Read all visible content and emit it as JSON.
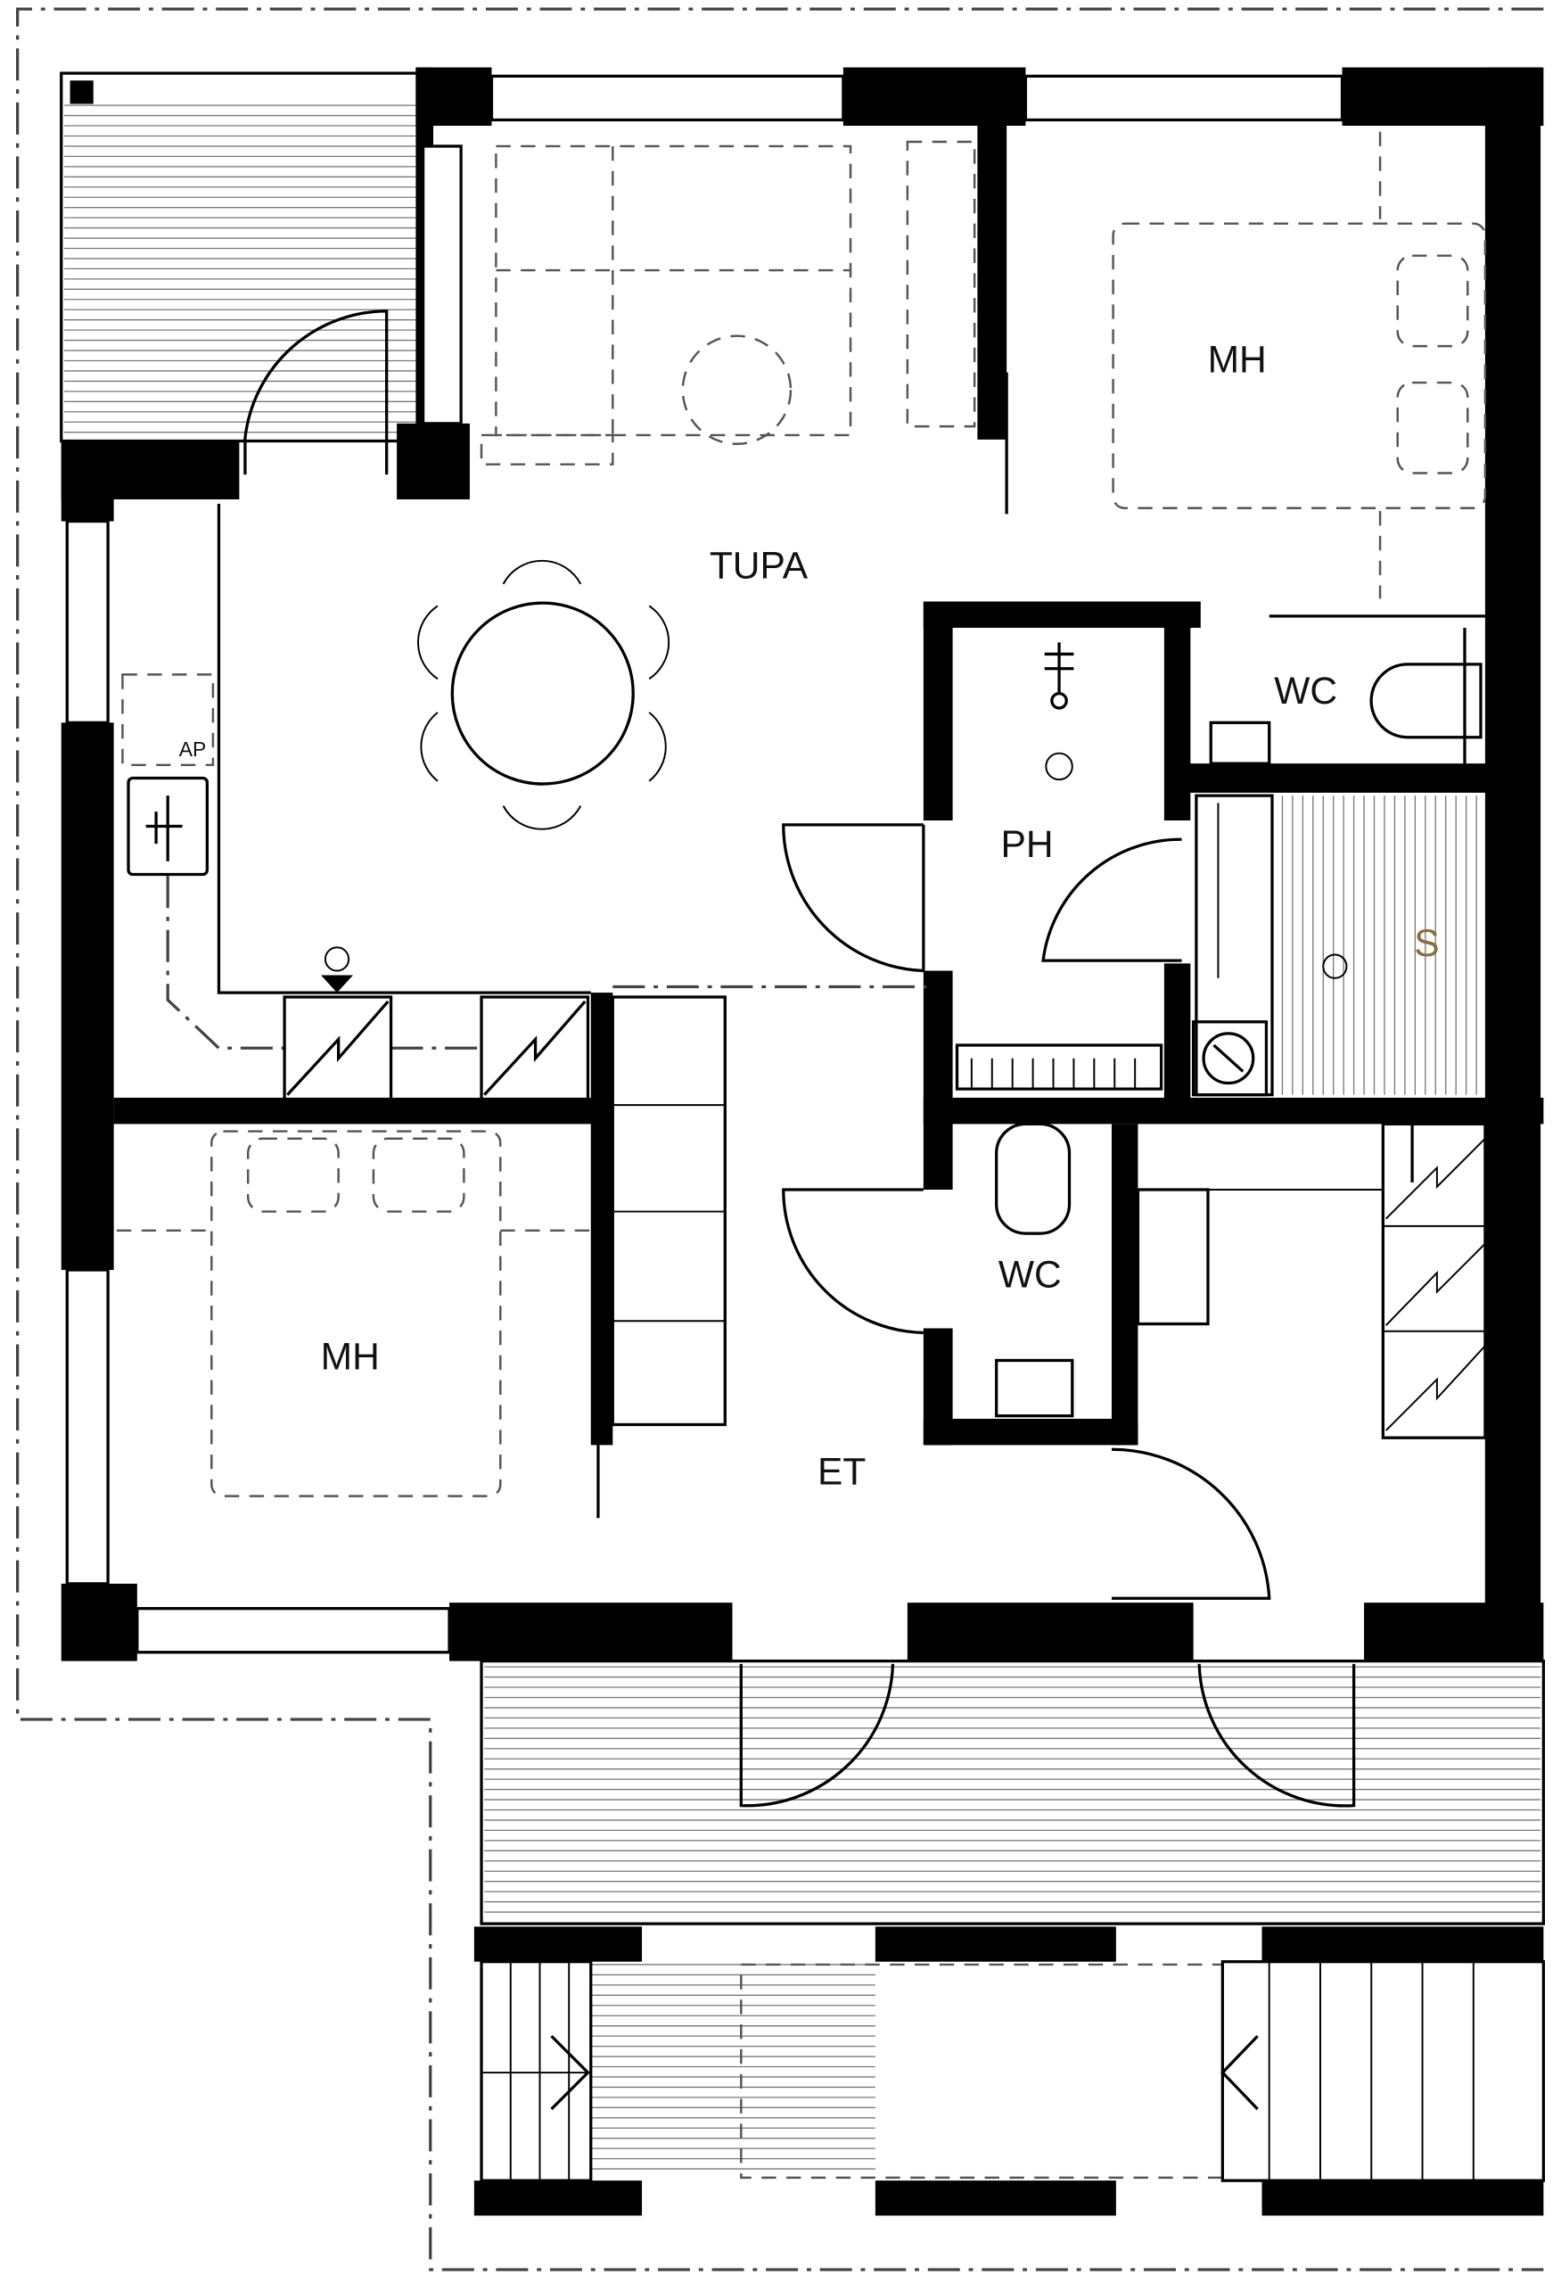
{
  "plan": {
    "rooms": {
      "living": "TUPA",
      "bedroom_top": "MH",
      "bedroom_left": "MH",
      "wc_top": "WC",
      "wc_bottom": "WC",
      "bathroom": "PH",
      "sauna": "S",
      "entrance": "ET",
      "appliance": "AP"
    },
    "colors": {
      "wall": "#000000",
      "sauna_label": "#8a6d3b"
    }
  }
}
